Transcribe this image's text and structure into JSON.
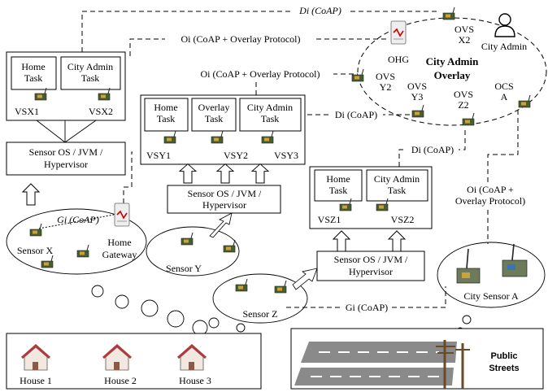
{
  "links": {
    "di_top": "Di (CoAP)",
    "oi_top": "Oi (CoAP + Overlay Protocol)",
    "oi_mid": "Oi (CoAP + Overlay Protocol)",
    "di_mid": "Di (CoAP)",
    "di_z": "Di (CoAP)",
    "oi_right_1": "Oi (CoAP +",
    "oi_right_2": "Overlay Protocol)",
    "gi_x": "Gi (CoAP)",
    "gi_z": "Gi (CoAP)"
  },
  "overlay": {
    "title_1": "City Admin",
    "title_2": "Overlay",
    "ohg": "OHG",
    "ovs_x2_1": "OVS",
    "ovs_x2_2": "X2",
    "ovs_y2_1": "OVS",
    "ovs_y2_2": "Y2",
    "ovs_y3_1": "OVS",
    "ovs_y3_2": "Y3",
    "ovs_z2_1": "OVS",
    "ovs_z2_2": "Z2",
    "ocs_a_1": "OCS",
    "ocs_a_2": "A",
    "city_admin": "City Admin"
  },
  "node_x": {
    "task1_1": "Home",
    "task1_2": "Task",
    "task2_1": "City Admin",
    "task2_2": "Task",
    "vs1": "VSX1",
    "vs2": "VSX2",
    "os_1": "Sensor OS / JVM /",
    "os_2": "Hypervisor"
  },
  "node_y": {
    "task1_1": "Home",
    "task1_2": "Task",
    "task2_1": "Overlay",
    "task2_2": "Task",
    "task3_1": "City Admin",
    "task3_2": "Task",
    "vs1": "VSY1",
    "vs2": "VSY2",
    "vs3": "VSY3",
    "os_1": "Sensor OS / JVM /",
    "os_2": "Hypervisor"
  },
  "node_z": {
    "task1_1": "Home",
    "task1_2": "Task",
    "task2_1": "City Admin",
    "task2_2": "Task",
    "vs1": "VSZ1",
    "vs2": "VSZ2",
    "os_1": "Sensor OS / JVM /",
    "os_2": "Hypervisor"
  },
  "home": {
    "sensor_x": "Sensor X",
    "gateway_1": "Home",
    "gateway_2": "Gateway",
    "sensor_y": "Sensor Y",
    "sensor_z": "Sensor Z",
    "houses": [
      "House 1",
      "House 2",
      "House 3"
    ]
  },
  "city": {
    "sensor_a": "City Sensor A",
    "streets_1": "Public",
    "streets_2": "Streets"
  }
}
